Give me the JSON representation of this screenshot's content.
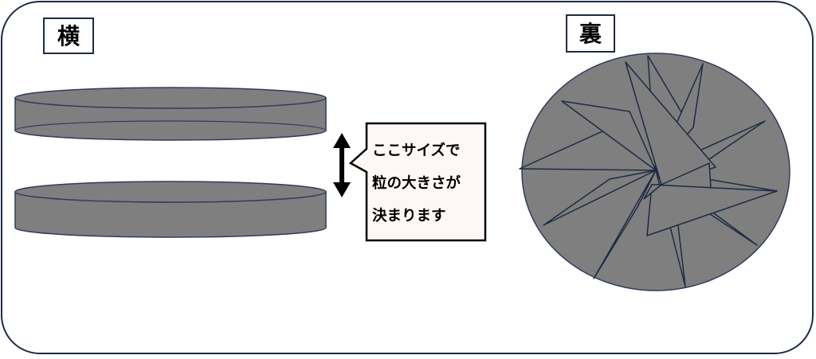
{
  "labels": {
    "side": "横",
    "back": "裏"
  },
  "callout": {
    "lines": [
      "ここサイズで",
      "粒の大きさが",
      "決まります"
    ]
  },
  "colors": {
    "frame_stroke": "#1f2a44",
    "disc_fill": "#7f7f7f",
    "disc_stroke": "#2f3c5c",
    "callout_fill": "#fdf8f5",
    "arrow": "#000000",
    "label_fill": "#ffffff"
  }
}
